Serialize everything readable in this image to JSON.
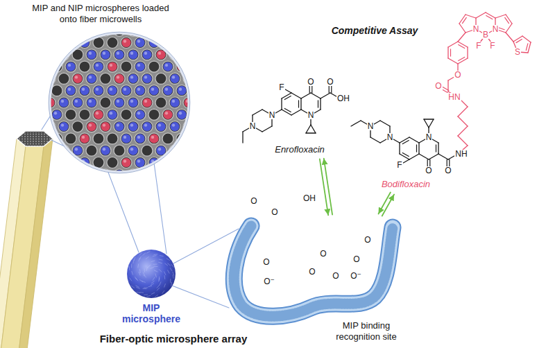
{
  "diagram": {
    "nodes": [
      {
        "text": [
          "MIP and NIP microspheres loaded onto fiber microwells"
        ]
      },
      {
        "text": [
          "Enrofloxacin"
        ]
      },
      {
        "text": [
          "Bodifloxacin"
        ]
      },
      {
        "text": [
          "MIP microsphere"
        ]
      },
      {
        "text": [
          "MIP binding recognition site"
        ]
      }
    ],
    "edges": [
      {
        "from": 1,
        "to": 4,
        "arrow": "both"
      },
      {
        "from": 2,
        "to": 4,
        "arrow": "both"
      }
    ],
    "labels": [
      "Competitive Assay",
      "Fiber-optic microsphere array",
      "F",
      "O",
      "O",
      "OH",
      "N",
      "N",
      "N",
      "F",
      "O",
      "O",
      "N",
      "N",
      "N",
      "NH",
      "HN",
      "O",
      "O",
      "N",
      "B",
      "N",
      "F",
      "F",
      "S",
      "O",
      "O",
      "OH",
      "O",
      "O⁻",
      "O",
      "O⁻",
      "O",
      "O",
      "O",
      "O"
    ]
  }
}
